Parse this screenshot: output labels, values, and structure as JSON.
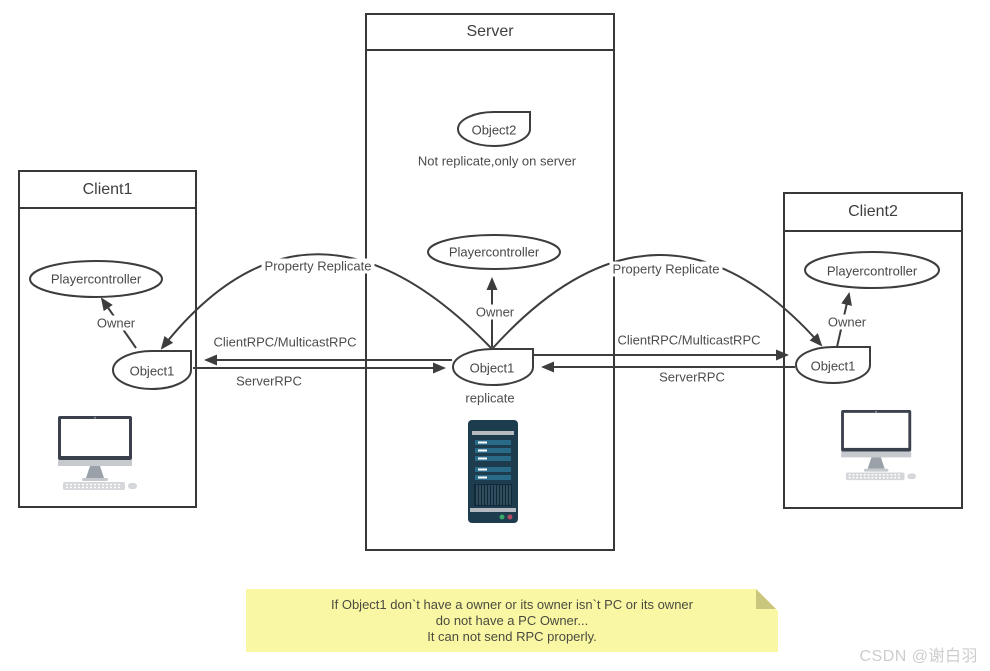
{
  "server": {
    "title": "Server",
    "object2_label": "Object2",
    "object2_caption": "Not replicate,only on server",
    "playercontroller_label": "Playercontroller",
    "owner_label": "Owner",
    "object1_label": "Object1",
    "replicate_label": "replicate"
  },
  "client1": {
    "title": "Client1",
    "playercontroller_label": "Playercontroller",
    "owner_label": "Owner",
    "object1_label": "Object1"
  },
  "client2": {
    "title": "Client2",
    "playercontroller_label": "Playercontroller",
    "owner_label": "Owner",
    "object1_label": "Object1"
  },
  "edges": {
    "left": {
      "property_replicate": "Property Replicate",
      "client_rpc": "ClientRPC/MulticastRPC",
      "server_rpc": "ServerRPC"
    },
    "right": {
      "property_replicate": "Property Replicate",
      "client_rpc": "ClientRPC/MulticastRPC",
      "server_rpc": "ServerRPC"
    }
  },
  "note": {
    "lines": [
      "If Object1 don`t have a owner or its owner isn`t PC or its owner",
      "do not have a PC Owner...",
      "It can not send RPC properly."
    ]
  },
  "watermark": "CSDN @谢白羽",
  "colors": {
    "line": "#3d3d3d",
    "box_border": "#383838",
    "note_bg": "#f9f7a3",
    "note_fold": "#c9c67e",
    "server_body": "#1d3c4e",
    "server_bar": "#2a6a89",
    "led_green": "#38a869",
    "led_red": "#b44b62",
    "text": "#4a4a4a"
  }
}
